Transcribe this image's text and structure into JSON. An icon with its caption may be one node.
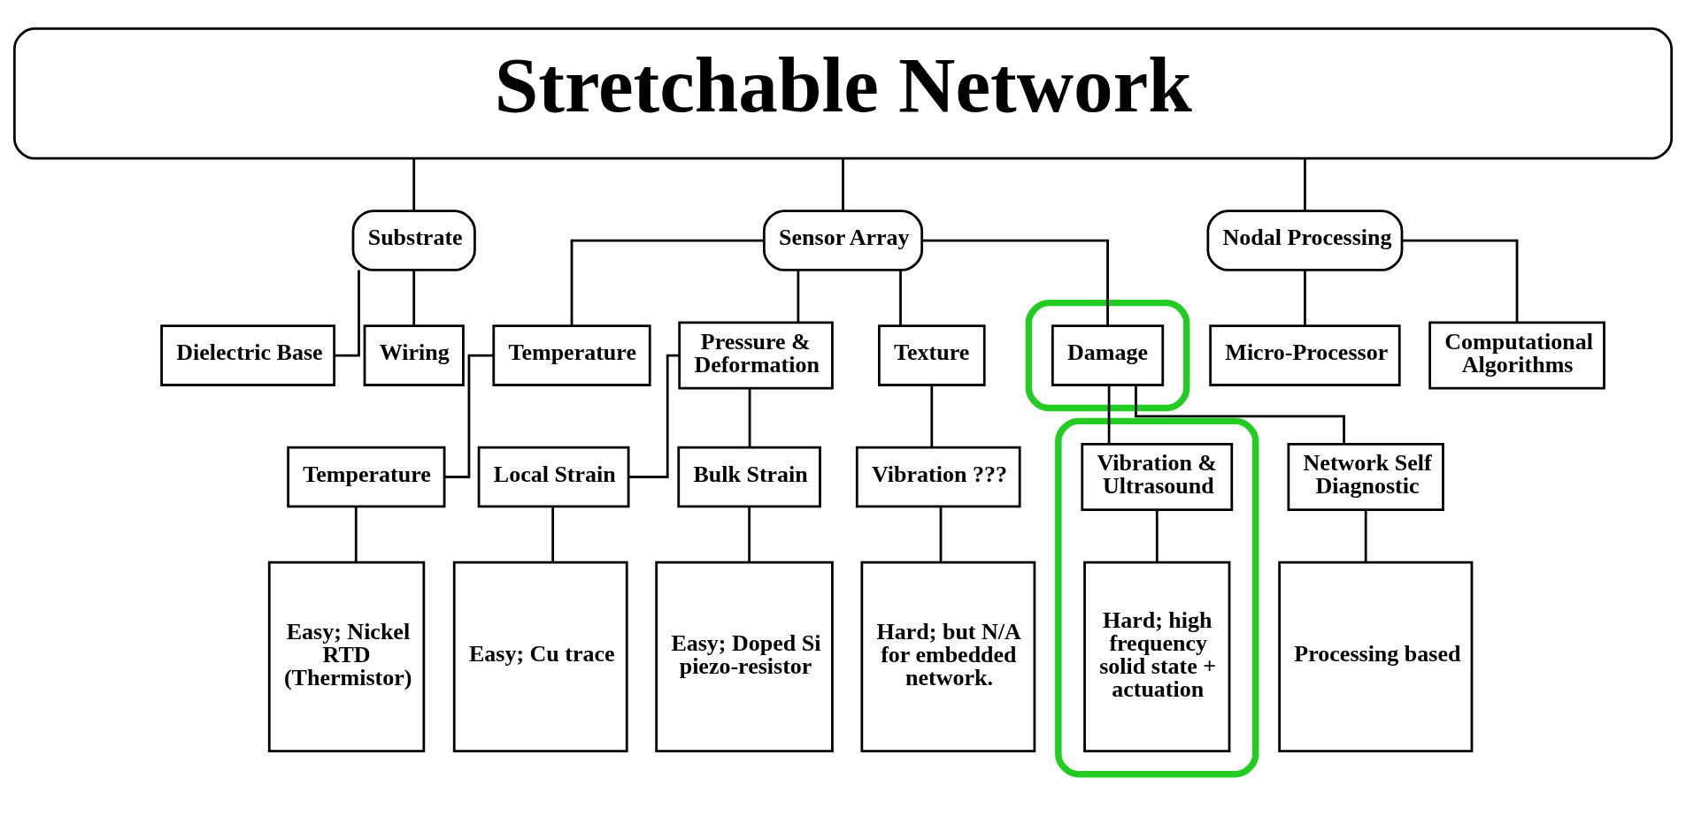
{
  "diagram": {
    "nodes": [
      {
        "text": [
          "Stretchable Network"
        ]
      },
      {
        "text": [
          "Substrate"
        ]
      },
      {
        "text": [
          "Sensor Array"
        ]
      },
      {
        "text": [
          "Nodal Processing"
        ]
      },
      {
        "text": [
          "Dielectric Base"
        ]
      },
      {
        "text": [
          "Wiring"
        ]
      },
      {
        "text": [
          "Temperature"
        ]
      },
      {
        "text": [
          "Pressure & Deformation"
        ]
      },
      {
        "text": [
          "Texture"
        ]
      },
      {
        "text": [],
        "shape": "ellipse"
      },
      {
        "text": [
          "Damage"
        ],
        "in": 9
      },
      {
        "text": [
          "Micro-Processor"
        ]
      },
      {
        "text": [
          "Computational Algorithms"
        ]
      },
      {
        "text": [
          "Temperature"
        ]
      },
      {
        "text": [
          "Local Strain"
        ]
      },
      {
        "text": [
          "Bulk Strain"
        ]
      },
      {
        "text": [
          "Vibration ???"
        ]
      },
      {
        "text": [],
        "shape": "ellipse"
      },
      {
        "text": [
          "Vibration & Ultrasound"
        ],
        "in": 17
      },
      {
        "text": [
          "Network Self Diagnostic"
        ]
      },
      {
        "text": [
          "Easy; Nickel RTD (Thermistor)"
        ]
      },
      {
        "text": [
          "Easy; Cu trace"
        ]
      },
      {
        "text": [
          "Easy; Doped Si piezo-resistor"
        ]
      },
      {
        "text": [
          "Hard; but N/A for embedded network."
        ]
      },
      {
        "text": [
          "Hard; high frequency solid state + actuation"
        ],
        "in": 17
      },
      {
        "text": [
          "Processing based"
        ]
      }
    ],
    "edges": [
      {
        "from": 0,
        "to": 1,
        "arrow": "none"
      },
      {
        "from": 0,
        "to": 2,
        "arrow": "none"
      },
      {
        "from": 0,
        "to": 3,
        "arrow": "none"
      },
      {
        "from": 1,
        "to": 4,
        "arrow": "none"
      },
      {
        "from": 1,
        "to": 5,
        "arrow": "none"
      },
      {
        "from": 2,
        "to": 6,
        "arrow": "none"
      },
      {
        "from": 2,
        "to": 7,
        "arrow": "none"
      },
      {
        "from": 2,
        "to": 8,
        "arrow": "none"
      },
      {
        "from": 2,
        "to": 10,
        "arrow": "none"
      },
      {
        "from": 3,
        "to": 11,
        "arrow": "none"
      },
      {
        "from": 3,
        "to": 12,
        "arrow": "none"
      },
      {
        "from": 6,
        "to": 13,
        "arrow": "none"
      },
      {
        "from": 7,
        "to": 14,
        "arrow": "none"
      },
      {
        "from": 7,
        "to": 15,
        "arrow": "none"
      },
      {
        "from": 8,
        "to": 16,
        "arrow": "none"
      },
      {
        "from": 10,
        "to": 18,
        "arrow": "none"
      },
      {
        "from": 10,
        "to": 19,
        "arrow": "none"
      },
      {
        "from": 13,
        "to": 20,
        "arrow": "none"
      },
      {
        "from": 14,
        "to": 21,
        "arrow": "none"
      },
      {
        "from": 15,
        "to": 22,
        "arrow": "none"
      },
      {
        "from": 16,
        "to": 23,
        "arrow": "none"
      },
      {
        "from": 18,
        "to": 24,
        "arrow": "none"
      },
      {
        "from": 19,
        "to": 25,
        "arrow": "none"
      }
    ]
  }
}
